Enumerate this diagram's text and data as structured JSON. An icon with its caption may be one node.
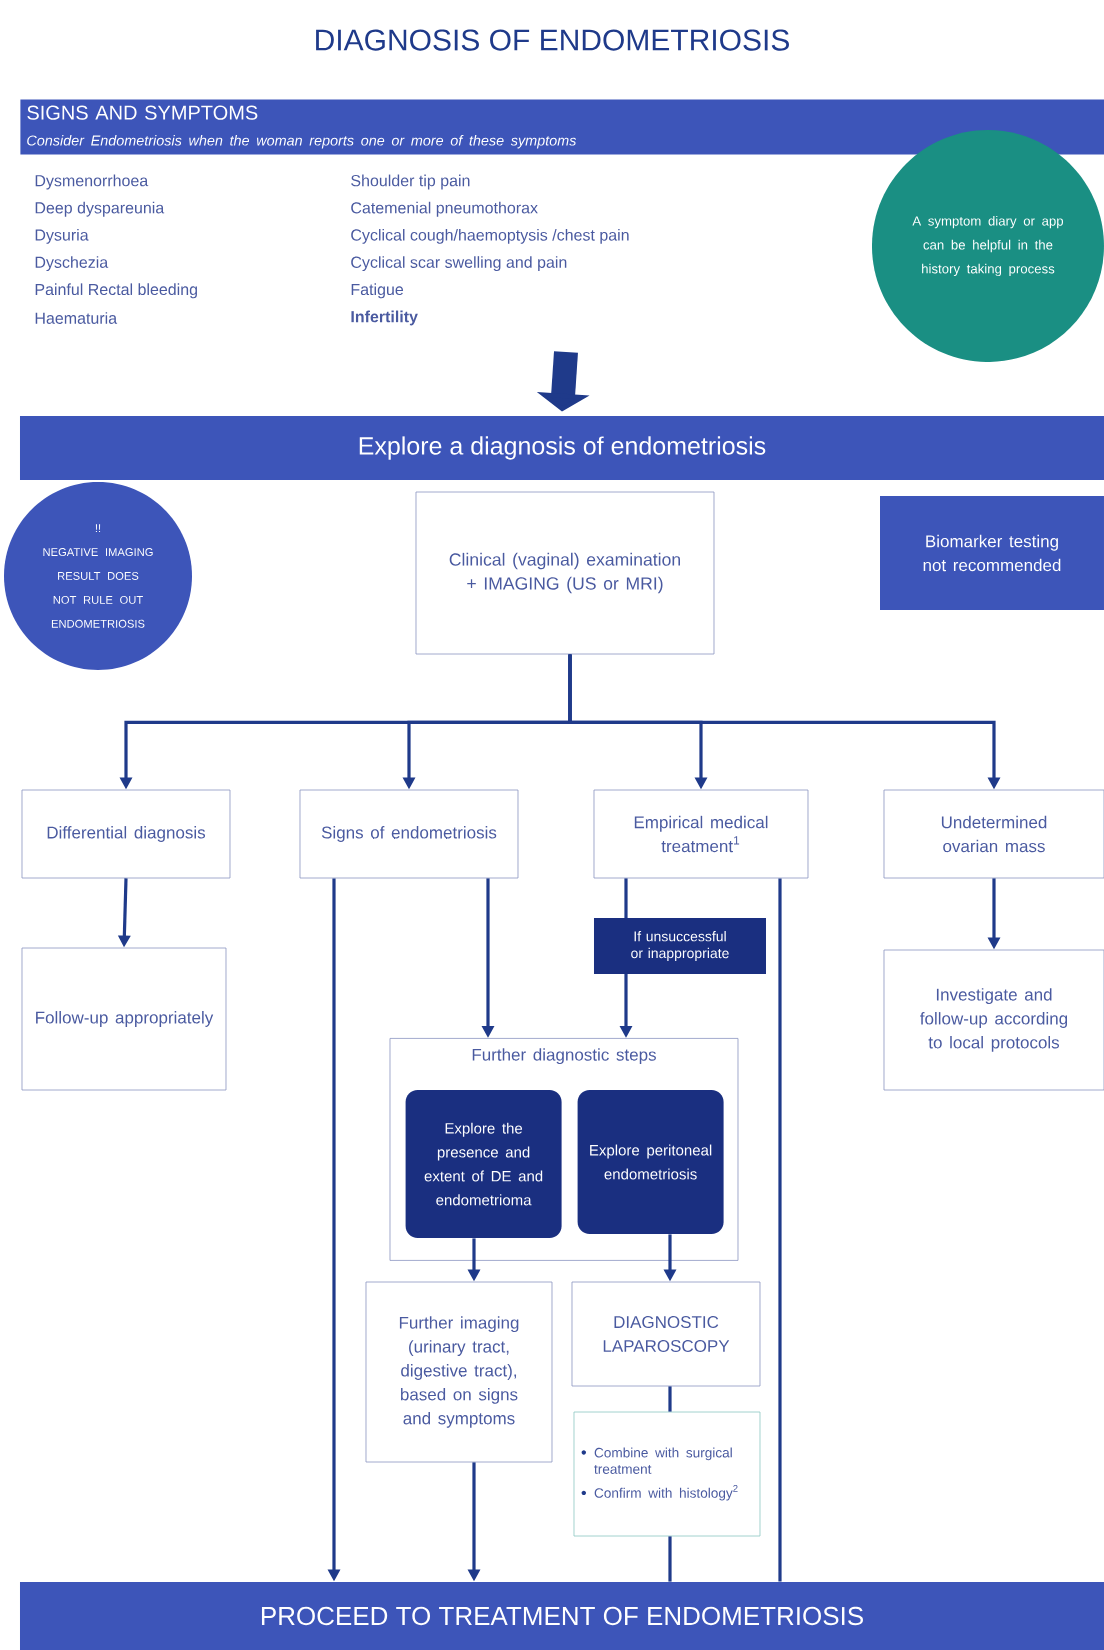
{
  "diagram": {
    "title": "DIAGNOSIS OF ENDOMETRIOSIS",
    "nodes": [
      {
        "text": [
          "SIGNS AND SYMPTOMS",
          "Consider Endometriosis when the woman reports one or more of these symptoms"
        ]
      },
      {
        "text": [
          "A symptom diary or app can be helpful in the history taking process"
        ]
      },
      {
        "text": [
          "Explore a diagnosis of endometriosis"
        ]
      },
      {
        "text": [
          "!!",
          "NEGATIVE IMAGING RESULT DOES NOT RULE OUT ENDOMETRIOSIS"
        ]
      },
      {
        "text": [
          "Clinical (vaginal) examination + IMAGING (US or MRI)"
        ]
      },
      {
        "text": [
          "Biomarker testing not recommended"
        ]
      },
      {
        "text": [
          "Differential diagnosis"
        ]
      },
      {
        "text": [
          "Signs of endometriosis"
        ]
      },
      {
        "text": [
          "Empirical medical treatment$^{1}$"
        ]
      },
      {
        "text": [
          "Undetermined ovarian mass"
        ]
      },
      {
        "text": [
          "Follow-up appropriately"
        ]
      },
      {
        "text": [
          "Investigate and follow-up according to local protocols"
        ]
      },
      {
        "text": [
          "Further diagnostic steps"
        ]
      },
      {
        "text": [
          "Explore the presence and extent of DE and endometrioma"
        ],
        "in": 12
      },
      {
        "text": [
          "Explore peritoneal endometriosis"
        ],
        "in": 12
      },
      {
        "text": [
          "Further imaging (urinary tract, digestive tract), based on signs and symptoms"
        ]
      },
      {
        "text": [
          "DIAGNOSTIC LAPAROSCOPY"
        ]
      },
      {
        "text": [
          "Combine with surgical treatment",
          "Confirm with histology$^{2}$"
        ]
      },
      {
        "text": [
          "PROCEED TO TREATMENT OF ENDOMETRIOSIS"
        ]
      }
    ],
    "edges": [
      {
        "from": null,
        "to": 2,
        "arrow": "to",
        "style": "thick"
      },
      {
        "from": 4,
        "to": 6,
        "arrow": "to"
      },
      {
        "from": 4,
        "to": 7,
        "arrow": "to"
      },
      {
        "from": 4,
        "to": 8,
        "arrow": "to"
      },
      {
        "from": 4,
        "to": 9,
        "arrow": "to"
      },
      {
        "from": 6,
        "to": 10,
        "arrow": "to"
      },
      {
        "from": 9,
        "to": 11,
        "arrow": "to"
      },
      {
        "from": 7,
        "to": 12,
        "arrow": "to"
      },
      {
        "from": 8,
        "to": 12,
        "arrow": "to",
        "label": "If unsuccessful or inappropriate"
      },
      {
        "from": 7,
        "to": 18,
        "arrow": "to"
      },
      {
        "from": 8,
        "to": 18,
        "arrow": "none"
      },
      {
        "from": 13,
        "to": 15,
        "arrow": "to"
      },
      {
        "from": 14,
        "to": 16,
        "arrow": "to"
      },
      {
        "from": 15,
        "to": 18,
        "arrow": "to"
      },
      {
        "from": 16,
        "to": 17,
        "arrow": "none"
      },
      {
        "from": 17,
        "to": 18,
        "arrow": "none"
      }
    ],
    "labels": [
      "Dysmenorrhoea",
      "Shoulder tip pain",
      "Deep dyspareunia",
      "Catemenial pneumothorax",
      "Dysuria",
      "Cyclical cough/haemoptysis /chest pain",
      "Dyschezia",
      "Cyclical scar swelling and pain",
      "Painful Rectal bleeding",
      "Fatigue",
      "Haematuria",
      "Infertility"
    ]
  }
}
